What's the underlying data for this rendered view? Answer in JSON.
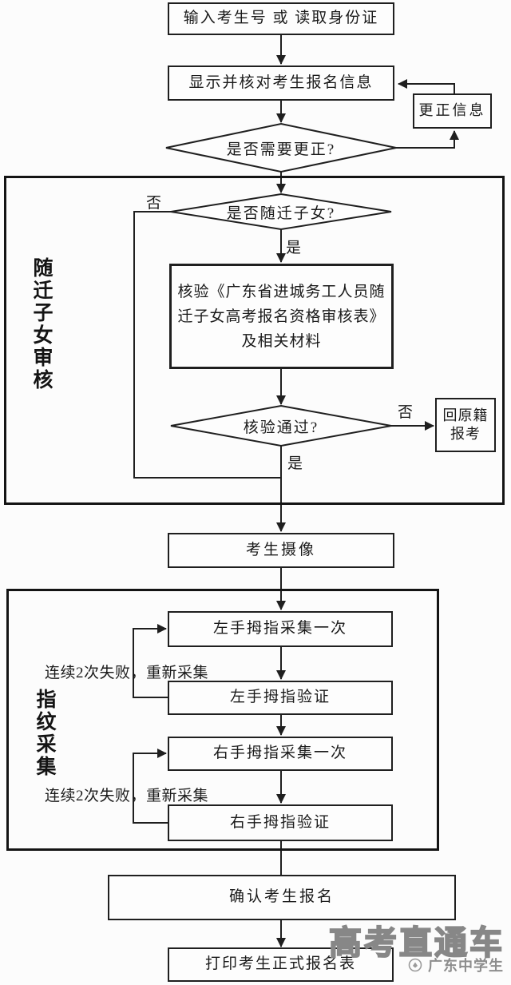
{
  "flow": {
    "start": "输入考生号 或 读取身份证",
    "display_info": "显示并核对考生报名信息",
    "correct_info": "更正信息",
    "q_need_correction": "是否需要更正?",
    "q_is_migrant": "是否随迁子女?",
    "verify_form": "核验《广东省进城务工人员随\n迁子女高考报名资格审核表》\n及相关材料",
    "q_verify_pass": "核验通过?",
    "return_origin": "回原籍\n报考",
    "photo": "考生摄像",
    "left_thumb_collect": "左手拇指采集一次",
    "left_thumb_verify": "左手拇指验证",
    "right_thumb_collect": "右手拇指采集一次",
    "right_thumb_verify": "右手拇指验证",
    "confirm": "确认考生报名",
    "print": "打印考生正式报名表"
  },
  "labels": {
    "yes": "是",
    "no": "否",
    "retry": "连续2次失败，重新采集",
    "group_migrant_review": "随迁子女审核",
    "group_fingerprint": "指纹采集"
  },
  "watermark": {
    "brand": "高考直通车",
    "account": "广东中学生"
  },
  "colors": {
    "line": "#1f1f1f",
    "watermark_gray": "#8d8d8d",
    "background": "#fcfcfc"
  }
}
